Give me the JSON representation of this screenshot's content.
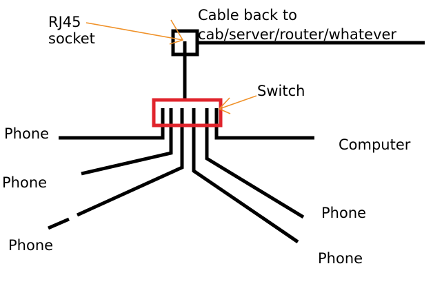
{
  "labels": {
    "rj45_line1": "RJ45",
    "rj45_line2": "socket",
    "cable_line1": "Cable back to",
    "cable_line2": "cab/server/router/whatever",
    "switch": "Switch",
    "computer": "Computer",
    "phone_1": "Phone",
    "phone_2": "Phone",
    "phone_3": "Phone",
    "phone_4": "Phone",
    "phone_5": "Phone"
  },
  "colors": {
    "wire": "#000000",
    "switch_box": "#e0242c",
    "arrow": "#f0922a"
  }
}
